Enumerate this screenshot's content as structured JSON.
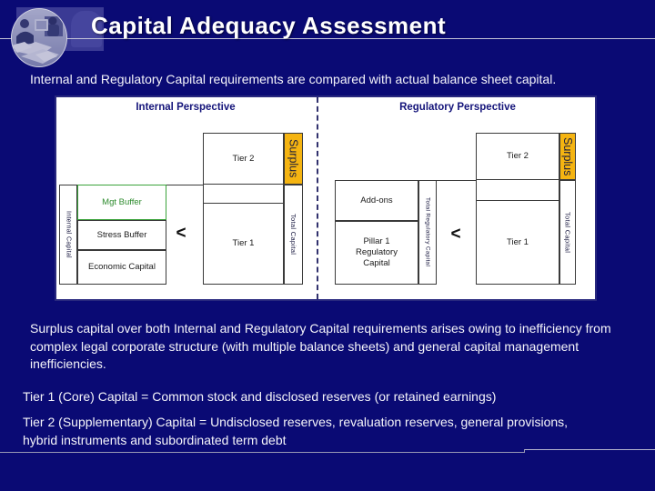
{
  "slide": {
    "title": "Capital Adequacy Assessment",
    "subtitle": "Internal and Regulatory Capital requirements are compared with actual balance sheet capital.",
    "notes": {
      "surplus_note": "Surplus capital over both Internal and Regulatory Capital requirements arises owing to inefficiency from complex legal corporate structure (with multiple balance sheets) and general capital management inefficiencies.",
      "tier1_note": "Tier 1 (Core) Capital = Common stock and disclosed reserves (or retained earnings)",
      "tier2_note": "Tier 2 (Supplementary) Capital = Undisclosed reserves, revaluation reserves, general provisions, hybrid instruments and subordinated term debt"
    }
  },
  "diagram": {
    "internal": {
      "header": "Internal Perspective",
      "axis_label": "Internal Capital",
      "stack": [
        "Mgt Buffer",
        "Stress Buffer",
        "Economic Capital"
      ],
      "comparator": "<",
      "tier2_label": "Tier 2",
      "tier1_label": "Tier 1",
      "surplus_label": "Surplus",
      "total_label": "Total Capital"
    },
    "regulatory": {
      "header": "Regulatory Perspective",
      "axis_label": "Total Regulatory Capital",
      "stack": [
        "Add-ons",
        "Pillar 1 Regulatory Capital"
      ],
      "comparator": "<",
      "tier2_label": "Tier 2",
      "tier1_label": "Tier 1",
      "surplus_label": "Surplus",
      "total_label": "Total Capital"
    },
    "colors": {
      "background_navy": "#0A0A74",
      "panel_border_navy": "#28287E",
      "surplus_orange": "#F5B411",
      "mgt_buffer_green": "#2E8B2E",
      "header_text_navy": "#14147A"
    }
  }
}
